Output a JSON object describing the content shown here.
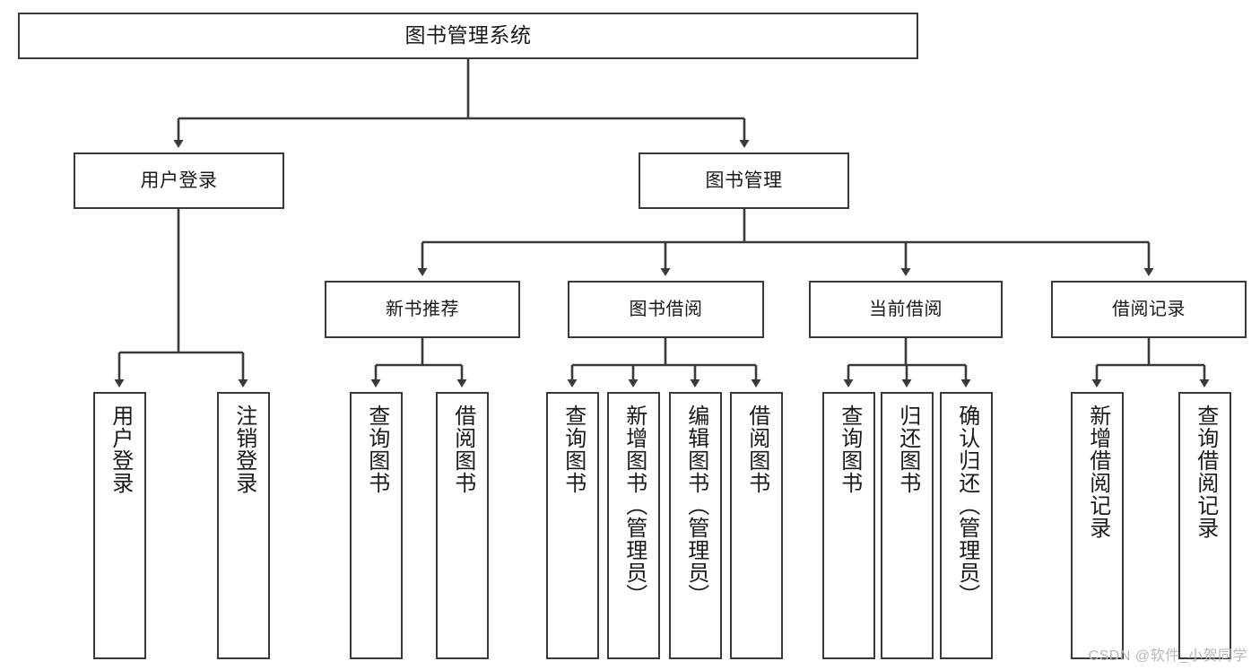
{
  "diagram": {
    "type": "tree",
    "title": "图书管理系统",
    "root": {
      "label": "图书管理系统"
    },
    "level2": [
      {
        "label": "用户登录"
      },
      {
        "label": "图书管理"
      }
    ],
    "level3": [
      {
        "label": "新书推荐"
      },
      {
        "label": "图书借阅"
      },
      {
        "label": "当前借阅"
      },
      {
        "label": "借阅记录"
      }
    ],
    "leaves": {
      "user_login": [
        {
          "label": "用户登录"
        },
        {
          "label": "注销登录"
        }
      ],
      "new_book_recommend": [
        {
          "label": "查询图书"
        },
        {
          "label": "借阅图书"
        }
      ],
      "book_borrow": [
        {
          "label": "查询图书"
        },
        {
          "label": "新增图书（管理员）"
        },
        {
          "label": "编辑图书（管理员）"
        },
        {
          "label": "借阅图书"
        }
      ],
      "current_borrow": [
        {
          "label": "查询图书"
        },
        {
          "label": "归还图书"
        },
        {
          "label": "确认归还（管理员）"
        }
      ],
      "borrow_record": [
        {
          "label": "新增借阅记录"
        },
        {
          "label": "查询借阅记录"
        }
      ]
    },
    "colors": {
      "stroke": "#3a3a3a",
      "fill": "#ffffff",
      "text": "#1a1a1a",
      "watermark": "#b7b7b7"
    }
  },
  "watermark": {
    "text": "CSDN @软件_小贺同学"
  }
}
